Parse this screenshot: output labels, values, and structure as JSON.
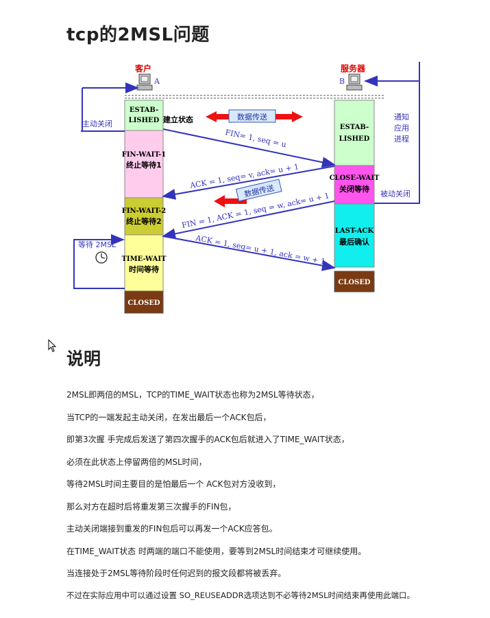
{
  "page": {
    "title": "tcp的2MSL问题",
    "section_heading": "说明"
  },
  "diagram": {
    "client_label": "客户",
    "client_letter": "A",
    "server_label": "服务器",
    "server_letter": "B",
    "active_close": "主动关闭",
    "passive_close": "被动关闭",
    "notify_app": [
      "通知",
      "应用",
      "进程"
    ],
    "wait_2msl": "等待 2MSL",
    "data_transfer": "数据传送",
    "client_states": {
      "established": [
        "ESTAB-",
        "LISHED"
      ],
      "established_cn": "建立状态",
      "fin_wait_1": [
        "FIN-WAIT-1",
        "终止等待1"
      ],
      "fin_wait_2": [
        "FIN-WAIT-2",
        "终止等待2"
      ],
      "time_wait": [
        "TIME-WAIT",
        "时间等待"
      ],
      "closed": "CLOSED"
    },
    "server_states": {
      "established": [
        "ESTAB-",
        "LISHED"
      ],
      "close_wait": [
        "CLOSE-WAIT",
        "关闭等待"
      ],
      "last_ack": [
        "LAST-ACK",
        "最后确认"
      ],
      "closed": "CLOSED"
    },
    "messages": {
      "fin1": "FIN= 1, seq = u",
      "ack1": "ACK = 1, seq= v, ack= u + 1",
      "fin2": "FIN = 1, ACK = 1, seq = w, ack= u + 1",
      "ack2": "ACK = 1, seq= u + 1, ack = w + 1"
    },
    "colors": {
      "established": "#ccffcc",
      "fin_wait_1": "#ffccee",
      "fin_wait_2": "#cccc33",
      "time_wait": "#ffff99",
      "closed": "#7a3a14",
      "close_wait": "#ff55ee",
      "last_ack": "#11eeee",
      "arrow": "#3333bb",
      "data_arrow": "#ee1111",
      "label_red": "#dd0000"
    }
  },
  "paragraphs": [
    "2MSL即两倍的MSL，TCP的TIME_WAIT状态也称为2MSL等待状态，",
    "当TCP的一端发起主动关闭，在发出最后一个ACK包后，",
    "即第3次握 手完成后发送了第四次握手的ACK包后就进入了TIME_WAIT状态，",
    "必须在此状态上停留两倍的MSL时间，",
    "等待2MSL时间主要目的是怕最后一个 ACK包对方没收到，",
    "那么对方在超时后将重发第三次握手的FIN包，",
    "主动关闭端接到重发的FIN包后可以再发一个ACK应答包。",
    "在TIME_WAIT状态 时两端的端口不能使用，要等到2MSL时间结束才可继续使用。",
    "当连接处于2MSL等待阶段时任何迟到的报文段都将被丢弃。",
    "不过在实际应用中可以通过设置 SO_REUSEADDR选项达到不必等待2MSL时间结束再使用此端口。"
  ]
}
